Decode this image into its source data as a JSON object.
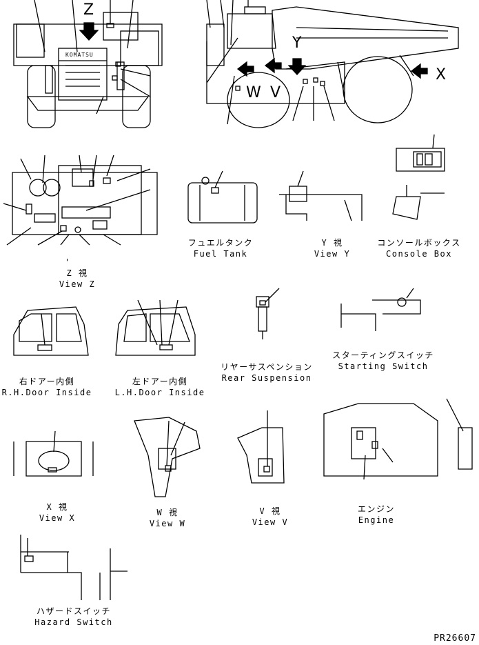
{
  "views": {
    "fuel_tank": {
      "jp": "フュエルタンク",
      "en": "Fuel Tank"
    },
    "view_y": {
      "jp": "Y  視",
      "en": "View Y"
    },
    "console_box": {
      "jp": "コンソールボックス",
      "en": "Console Box"
    },
    "view_z": {
      "jp": "Z  視",
      "en": "View Z",
      "mark": "'"
    },
    "rh_door": {
      "jp": "右ドアー内側",
      "en": "R.H.Door Inside"
    },
    "lh_door": {
      "jp": "左ドアー内側",
      "en": "L.H.Door Inside"
    },
    "rear_suspension": {
      "jp": "リヤーサスペンション",
      "en": "Rear Suspension"
    },
    "starting_switch": {
      "jp": "スターティングスイッチ",
      "en": "Starting Switch"
    },
    "view_x": {
      "jp": "X  視",
      "en": "View X"
    },
    "view_w": {
      "jp": "W  視",
      "en": "View W"
    },
    "view_v": {
      "jp": "V  視",
      "en": "View V"
    },
    "engine": {
      "jp": "エンジン",
      "en": "Engine"
    },
    "hazard_switch": {
      "jp": "ハザードスイッチ",
      "en": "Hazard Switch"
    }
  },
  "markers": {
    "z": "Z",
    "y": "Y",
    "x": "X",
    "w": "W",
    "v": "V"
  },
  "grille_text": "KOMATSU",
  "drawing_code": "PR26607"
}
